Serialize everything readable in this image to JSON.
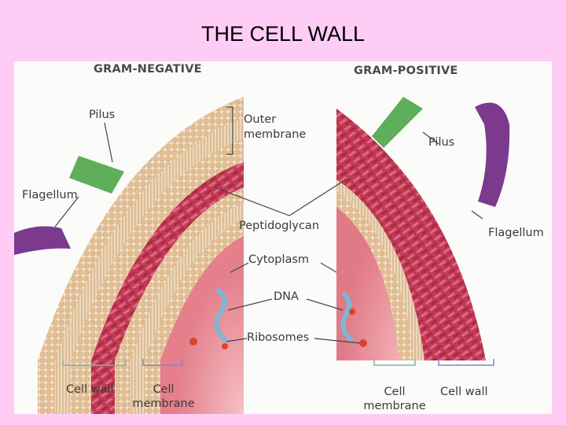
{
  "slide": {
    "title": "THE CELL WALL"
  },
  "figure": {
    "headers": {
      "gram_negative": "GRAM-NEGATIVE",
      "gram_positive": "GRAM-POSITIVE"
    },
    "labels": {
      "pilus_left": "Pilus",
      "outer_membrane_1": "Outer",
      "outer_membrane_2": "membrane",
      "flagellum_left": "Flagellum",
      "peptidoglycan": "Peptidoglycan",
      "cytoplasm": "Cytoplasm",
      "dna": "DNA",
      "ribosomes": "Ribosomes",
      "cell_wall_left": "Cell wall",
      "cell_membrane_left_1": "Cell",
      "cell_membrane_left_2": "membrane",
      "pilus_right": "Pilus",
      "flagellum_right": "Flagellum",
      "cell_membrane_right_1": "Cell",
      "cell_membrane_right_2": "membrane",
      "cell_wall_right": "Cell wall"
    },
    "colors": {
      "slide_bg": "#ffccf5",
      "pilus": "#5fae5a",
      "flagellum": "#7b3a8e",
      "peptidoglycan": "#c8405c",
      "membrane_beads": "#e8c9a0",
      "cytoplasm": "#e88a92",
      "dna": "#7fb6d6",
      "ribosome": "#d9442e",
      "bracket_teal": "#7fb3ad",
      "bracket_purple": "#8b7fc9"
    }
  }
}
